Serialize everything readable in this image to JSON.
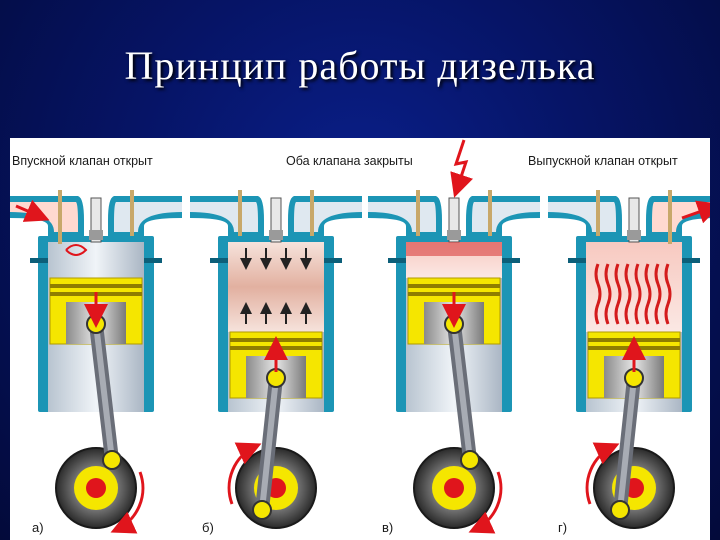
{
  "slide": {
    "title": "Принцип работы дизелька"
  },
  "captions": {
    "intake": "Впускной клапан открыт",
    "both_closed": "Оба клапана закрыты",
    "exhaust": "Выпускной клапан открыт"
  },
  "stages": [
    {
      "label": "а)",
      "piston": "down",
      "flow": "intake"
    },
    {
      "label": "б)",
      "piston": "up",
      "flow": "compression"
    },
    {
      "label": "в)",
      "piston": "down",
      "flow": "combustion"
    },
    {
      "label": "г)",
      "piston": "up",
      "flow": "exhaust"
    }
  ],
  "colors": {
    "background": "#061466",
    "cylinder_wall": "#1c95b5",
    "piston": "#f5e600",
    "crank_disc": "#3c3c3c",
    "arrow": "#e0151c",
    "title": "#ffffff"
  }
}
